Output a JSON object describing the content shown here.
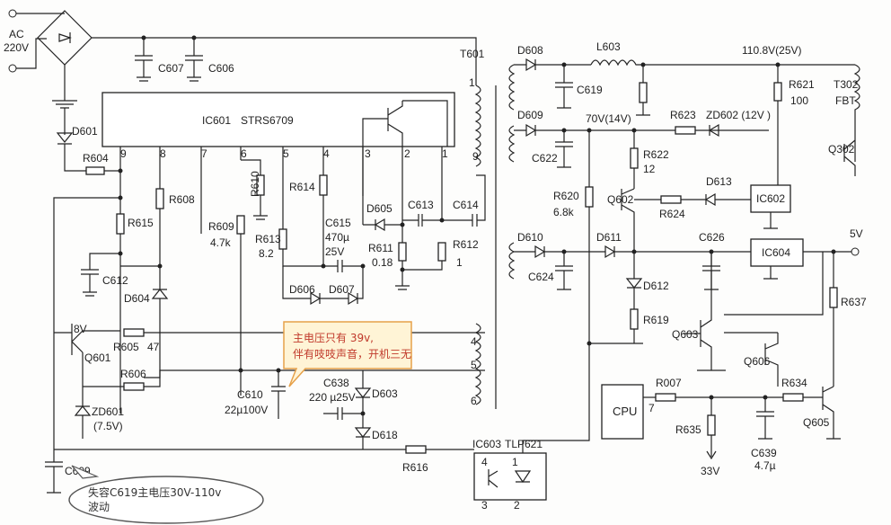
{
  "supply": {
    "ac": "AC",
    "ac_voltage": "220V"
  },
  "ic601": {
    "ref": "IC601",
    "part": "STRS6709",
    "pins": [
      "9",
      "8",
      "7",
      "6",
      "5",
      "4",
      "3",
      "2",
      "1"
    ]
  },
  "transformer": {
    "ref": "T601",
    "pins": [
      "1",
      "9",
      "4",
      "5",
      "6"
    ]
  },
  "fbt": {
    "ref": "T302",
    "part": "FBT",
    "driver": "Q302"
  },
  "components": {
    "C607": "C607",
    "C606": "C606",
    "D601": "D601",
    "R604": "R604",
    "R615": "R615",
    "R608": "R608",
    "C612": "C612",
    "D604": "D604",
    "R610": "R610",
    "R609": "R609",
    "R609_val": "4.7k",
    "R613": "R613",
    "R613_val": "8.2",
    "R614": "R614",
    "C615": "C615",
    "C615_val1": "470µ",
    "C615_val2": "25V",
    "D605": "D605",
    "C613": "C613",
    "C614": "C614",
    "R611": "R611",
    "R611_val": "0.18",
    "R612": "R612",
    "R612_val": "1",
    "D606": "D606",
    "D607": "D607",
    "Q601": "Q601",
    "Q601_v": "8V",
    "R605": "R605",
    "R605_val": "47",
    "R606": "R606",
    "ZD601": "ZD601",
    "ZD601_val": "(7.5V)",
    "C610": "C610",
    "C610_val": "22µ100V",
    "C638": "C638",
    "C638_val": "220 µ25V",
    "D603": "D603",
    "D618": "D618",
    "R616": "R616",
    "C609": "C609",
    "IC603": "IC603",
    "TLP621": "TLP621",
    "opto_pins": [
      "4",
      "1",
      "3",
      "2"
    ],
    "D608": "D608",
    "L603": "L603",
    "C619": "C619",
    "v110": "110.8V(25V)",
    "D609": "D609",
    "C622": "C622",
    "v70": "70V(14V)",
    "R623": "R623",
    "ZD602": "ZD602 (12V )",
    "R621": "R621",
    "R621_val": "100",
    "R622": "R622",
    "R622_val": "12",
    "Q602": "Q602",
    "R624": "R624",
    "D613": "D613",
    "IC602": "IC602",
    "R620": "R620",
    "R620_val": "6.8k",
    "D610": "D610",
    "D611": "D611",
    "C626": "C626",
    "IC604": "IC604",
    "v5": "5V",
    "C624": "C624",
    "D612": "D612",
    "R619": "R619",
    "Q603": "Q603",
    "R637": "R637",
    "Q606": "Q606",
    "R634": "R634",
    "Q605": "Q605",
    "CPU": "CPU",
    "cpu_pin": "7",
    "R007": "R007",
    "R635": "R635",
    "v33": "33V",
    "C639": "C639",
    "C639_val": "4.7µ"
  },
  "callouts": {
    "main_voltage": "主电压只有 39v,伴有吱吱声音，开机三无",
    "c619_fault": "失容C619主电压30V-110v 波动"
  }
}
